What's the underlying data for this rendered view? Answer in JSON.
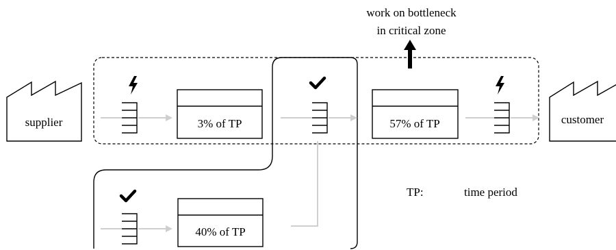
{
  "annotation": {
    "line1": "work on bottleneck",
    "line2": "in critical zone"
  },
  "nodes": {
    "supplier": "supplier",
    "customer": "customer"
  },
  "processes": [
    {
      "label": "3% of TP"
    },
    {
      "label": "57% of TP"
    },
    {
      "label": "40% of TP"
    }
  ],
  "legend": {
    "abbr": "TP:",
    "meaning": "time period"
  },
  "icons": {
    "lightning": "lightning-icon",
    "check": "checkmark-icon",
    "arrow": "arrow-up-icon"
  },
  "colors": {
    "ink": "#000000",
    "flow": "#cfcfcf",
    "background": "#ffffff"
  }
}
